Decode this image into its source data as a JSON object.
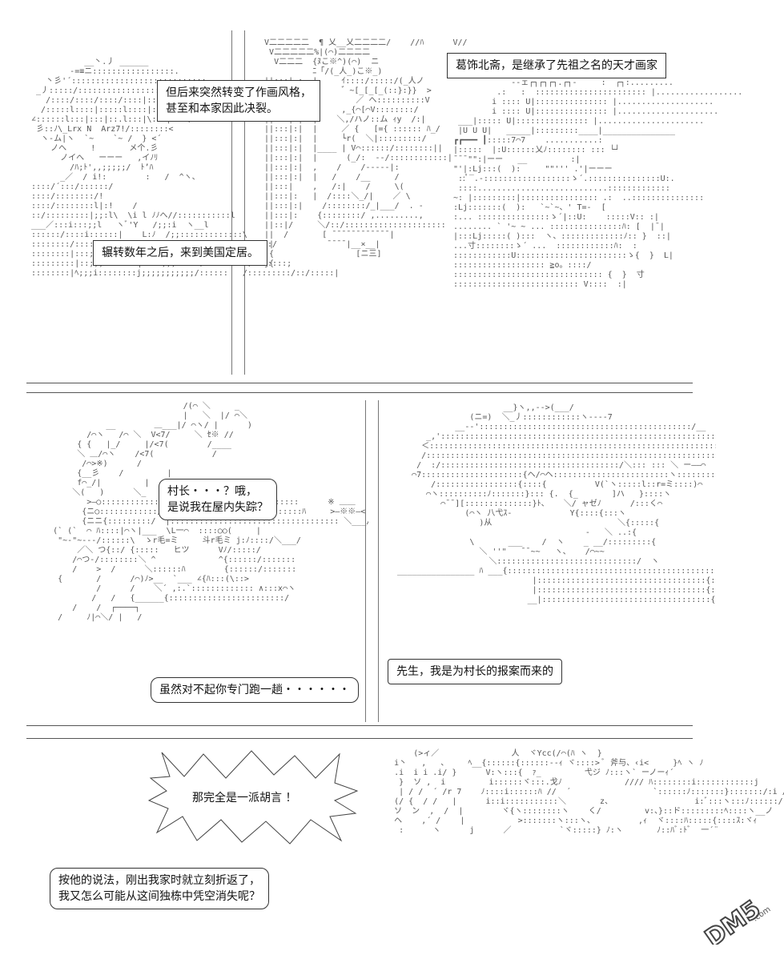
{
  "panel1": {
    "bubble_art_style": "但后来突然转变了作画风格，\n甚至和本家因此决裂。",
    "bubble_narration": "葛饰北斋，是继承了先祖之名的天才画家",
    "bubble_years": "辗转数年之后，来到美国定居。"
  },
  "panel2": {
    "bubble_chief_question": "村长・・・？哦，\n是说我在屋内失踪？",
    "bubble_sorry": "虽然对不起你专门跑一趟・・・・・・"
  },
  "panel3": {
    "bubble_reporter": "先生，我是为村长的报案而来的"
  },
  "panel4": {
    "bubble_nonsense": "那完全是一派胡言 ！",
    "bubble_explanation": "按他的说法，刚出我家时就立刻折返了，\n我又怎么可能从这间独栋中凭空消失呢？"
  },
  "watermark": {
    "text": "DM5",
    "suffix": ".com"
  }
}
